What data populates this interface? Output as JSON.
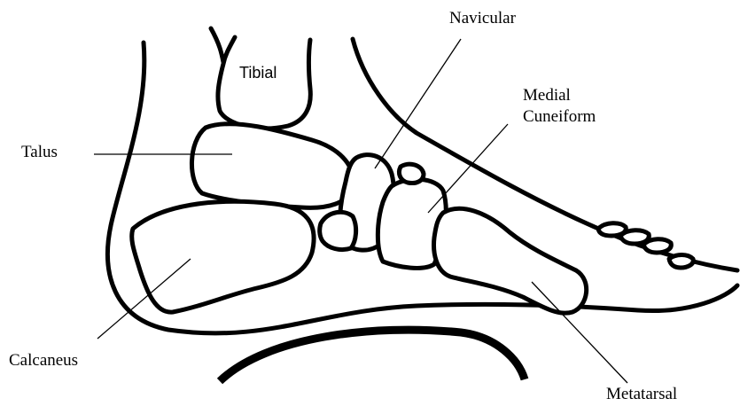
{
  "labels": {
    "tibial": "Tibial",
    "navicular": "Navicular",
    "medial_cuneiform_line1": "Medial",
    "medial_cuneiform_line2": "Cuneiform",
    "talus": "Talus",
    "calcaneus": "Calcaneus",
    "metatarsal": "Metatarsal"
  },
  "colors": {
    "line": "#000000",
    "background": "#ffffff"
  }
}
